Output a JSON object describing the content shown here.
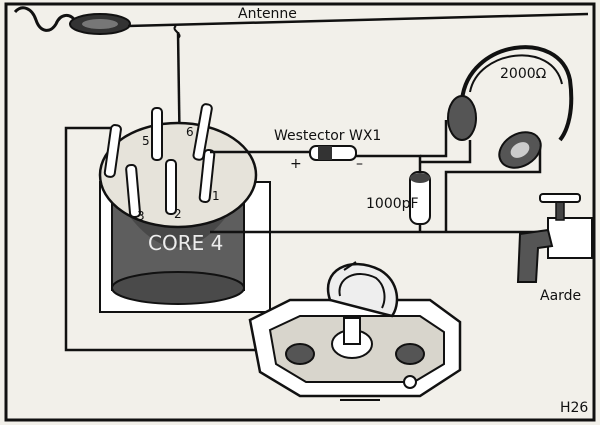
{
  "labels": {
    "antenna": "Antenne",
    "detector": "Westector WX1",
    "headphones": "2000Ω",
    "capacitor": "1000pF",
    "earth": "Aarde",
    "figure_id": "H26",
    "coil_text": "CORE 4",
    "plus": "+",
    "minus": "–",
    "pin1": "1",
    "pin2": "2",
    "pin3": "3",
    "pin5": "5",
    "pin6": "6"
  },
  "colors": {
    "ink": "#111111",
    "paper": "#f2f0ea",
    "shade": "#6e6e6e"
  }
}
